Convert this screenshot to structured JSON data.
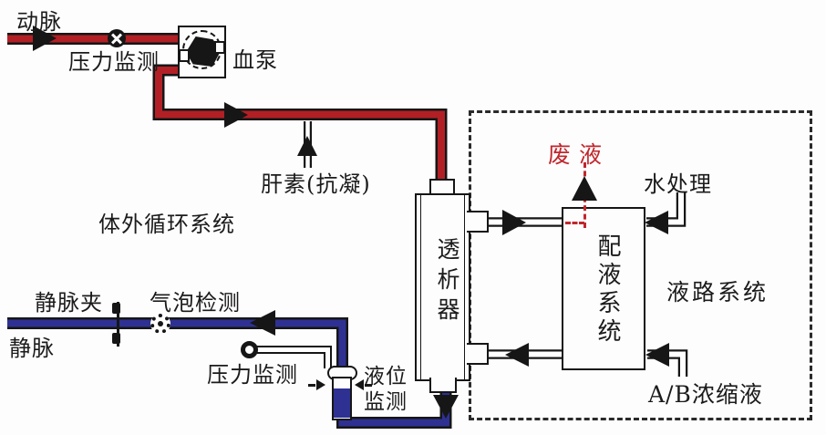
{
  "colors": {
    "arterial": "#b22025",
    "venous": "#2e3192",
    "waste": "#c0272d",
    "line": "#161616",
    "bg": "#fdfdfd"
  },
  "labels": {
    "artery": "动脉",
    "arterial_pressure": "压力监测",
    "blood_pump": "血泵",
    "heparin": "肝素(抗凝)",
    "extracorporeal_system": "体外循环系统",
    "venous_clamp": "静脉夹",
    "bubble_detection": "气泡检测",
    "vein": "静脉",
    "venous_pressure": "压力监测",
    "level_monitor_l1": "液位",
    "level_monitor_l2": "监测",
    "dialyzer": "透析器",
    "waste": "废液",
    "water_treatment": "水处理",
    "dialysate_system": "配液系统",
    "fluid_circuit": "液路系统",
    "ab_concentrate": "A/B浓缩液"
  },
  "icons": {
    "arterial_pressure_sensor": "black-circle-with-white-cross",
    "venous_pressure_sensor": "black-ring",
    "bubble_detector": "dotted-circle",
    "venous_clamp": "vertical-bar-with-jaws",
    "pump_rotor": "black-hexagon-in-dashed-circle",
    "heparin_port": "up-triangle-injector",
    "flow_arrow": "solid-black-triangle",
    "level_sensors": "opposed-inward-arrows"
  }
}
